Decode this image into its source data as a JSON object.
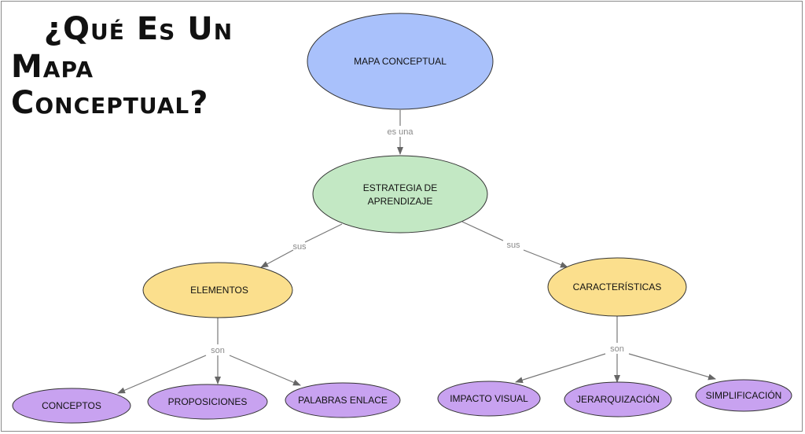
{
  "title": {
    "line1": "¿Qué Es Un",
    "line2": "Mapa Conceptual?"
  },
  "nodes": {
    "root": "MAPA CONCEPTUAL",
    "strategy_line1": "ESTRATEGIA DE",
    "strategy_line2": "APRENDIZAJE",
    "elements": "ELEMENTOS",
    "characteristics": "CARACTERÍSTICAS",
    "concepts": "CONCEPTOS",
    "propositions": "PROPOSICIONES",
    "link_words": "PALABRAS ENLACE",
    "visual_impact": "IMPACTO VISUAL",
    "hierarchy": "JERARQUIZACIÓN",
    "simplification": "SIMPLIFICACIÓN"
  },
  "links": {
    "es_una": "es una",
    "sus_left": "sus",
    "sus_right": "sus",
    "son_left": "son",
    "son_right": "son"
  },
  "colors": {
    "blue_fill": "#a9c1fb",
    "green_fill": "#c3e8c4",
    "yellow_fill": "#fbdf8d",
    "purple_fill": "#c8a2f0",
    "stroke": "#333333",
    "connector": "#777777"
  }
}
